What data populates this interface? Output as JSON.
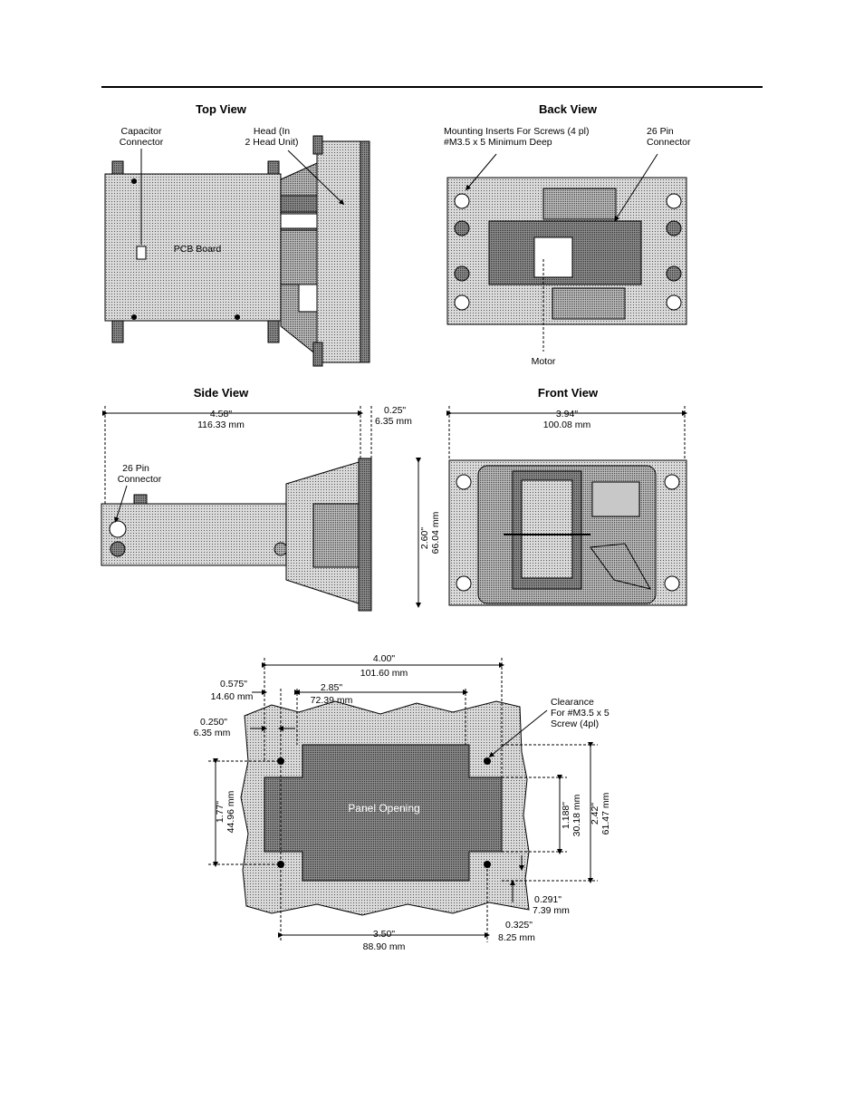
{
  "views": {
    "top": {
      "title": "Top View",
      "capacitor_connector": [
        "Capacitor",
        "Connector"
      ],
      "head_label": [
        "Head (In",
        "2 Head Unit)"
      ],
      "pcb_board": "PCB Board"
    },
    "back": {
      "title": "Back View",
      "mounting_inserts": [
        "Mounting Inserts For Screws (4 pl)",
        "#M3.5 x 5 Minimum Deep"
      ],
      "connector": [
        "26 Pin",
        "Connector"
      ],
      "motor": "Motor"
    },
    "side": {
      "title": "Side View",
      "width_in": "4.58\"",
      "width_mm": "116.33 mm",
      "flange_in": "0.25\"",
      "flange_mm": "6.35 mm",
      "connector": [
        "26 Pin",
        "Connector"
      ]
    },
    "front": {
      "title": "Front View",
      "width_in": "3.94\"",
      "width_mm": "100.08 mm",
      "height_in": "2.60\"",
      "height_mm": "66.04 mm"
    }
  },
  "panel": {
    "opening_label": "Panel Opening",
    "width_in": "4.00\"",
    "width_mm": "101.60 mm",
    "offset_left_in": "0.575\"",
    "offset_left_mm": "14.60 mm",
    "inner_width_in": "2.85\"",
    "inner_width_mm": "72.39 mm",
    "offset_small_in": "0.250\"",
    "offset_small_mm": "6.35 mm",
    "clearance": [
      "Clearance",
      "For #M3.5 x 5",
      "Screw (4pl)"
    ],
    "left_height_in": "1.77\"",
    "left_height_mm": "44.96 mm",
    "inner_height_in": "1.188\"",
    "inner_height_mm": "30.18 mm",
    "outer_height_in": "2.42\"",
    "outer_height_mm": "61.47 mm",
    "offset_b1_in": "0.291\"",
    "offset_b1_mm": "7.39 mm",
    "offset_b2_in": "0.325\"",
    "offset_b2_mm": "8.25 mm",
    "bottom_width_in": "3.50\"",
    "bottom_width_mm": "88.90 mm"
  },
  "colors": {
    "stipple": "#c4c4c4",
    "dark": "#6e6e6e",
    "ink": "#000000"
  }
}
